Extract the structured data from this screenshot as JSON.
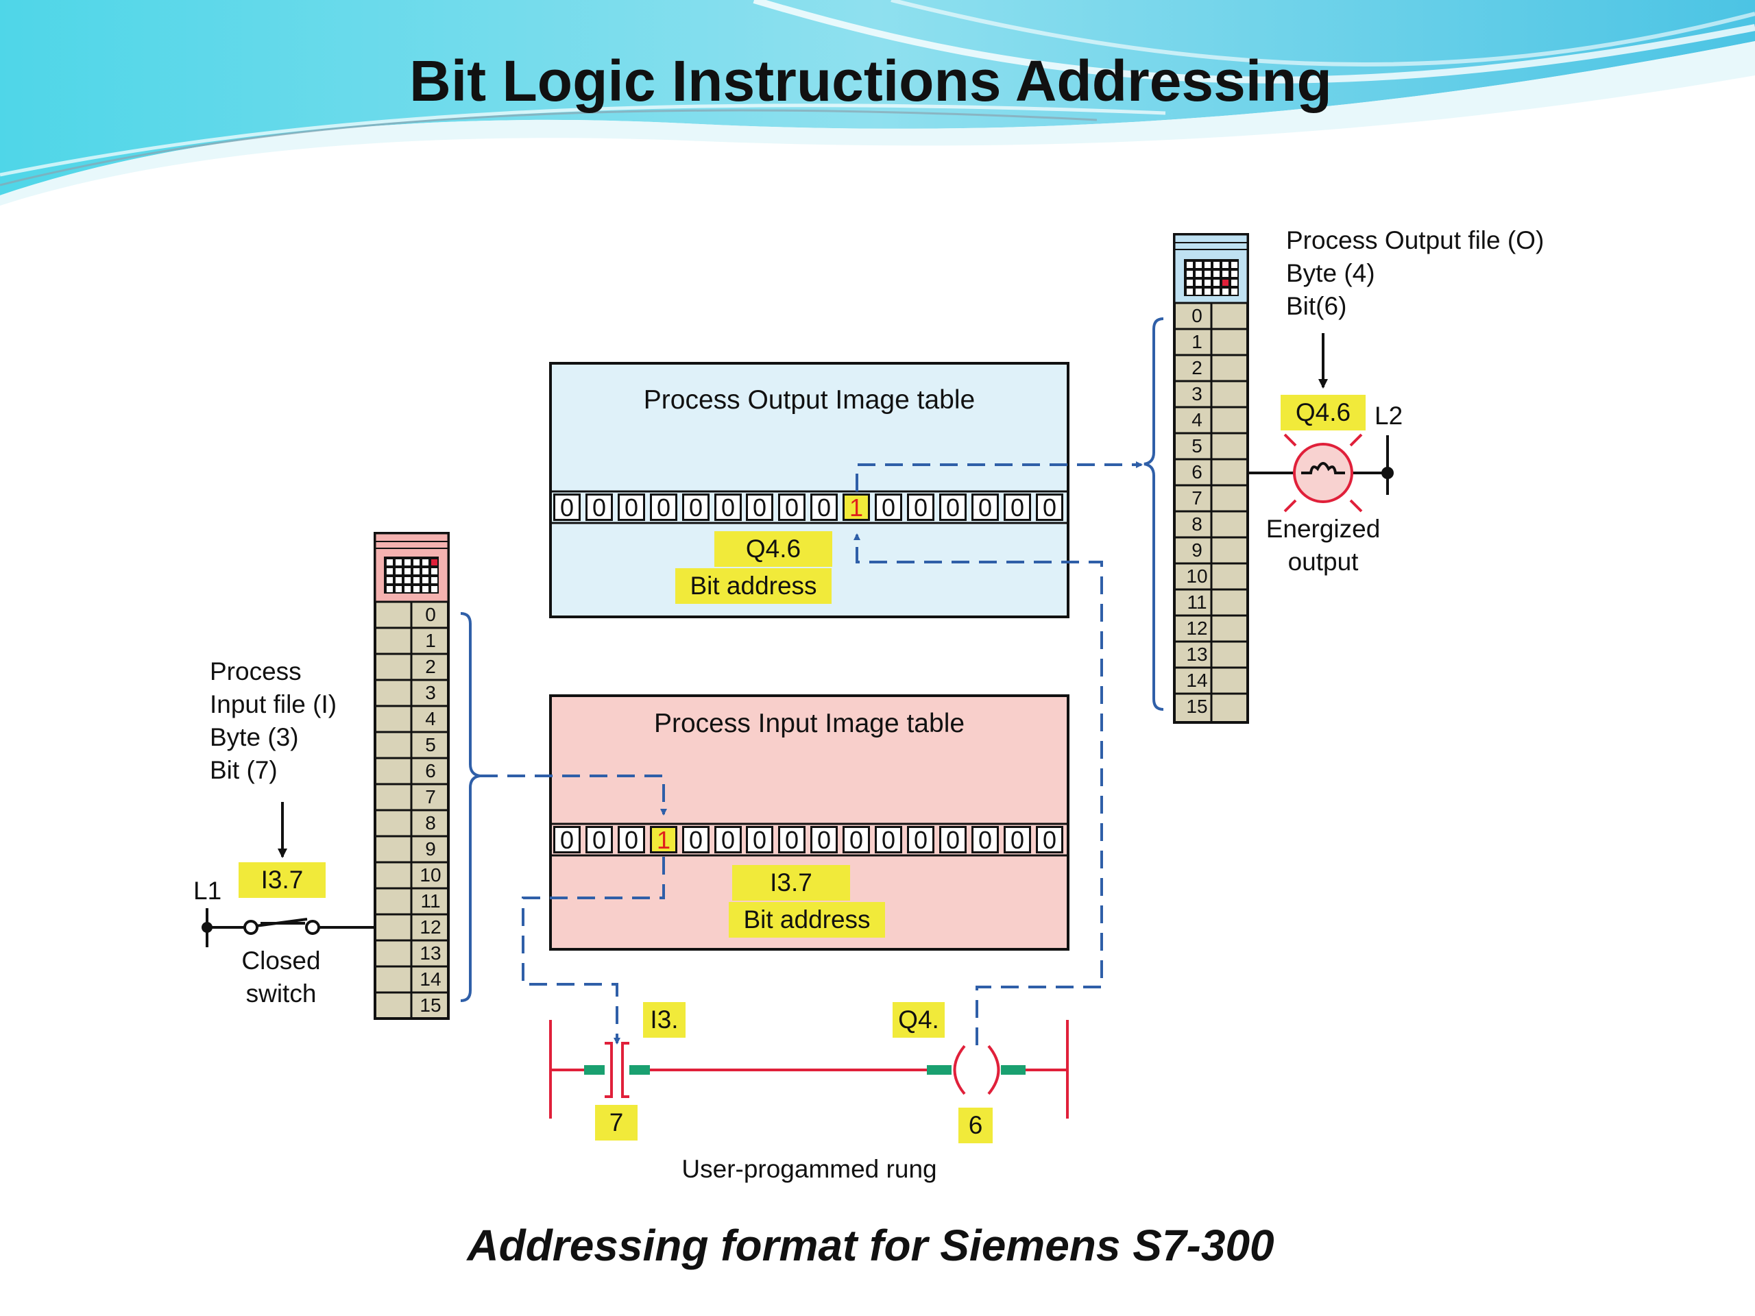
{
  "slide": {
    "title": "Bit Logic Instructions Addressing",
    "caption": "Addressing format for Siemens S7-300"
  },
  "output_table": {
    "title": "Process Output Image table",
    "bits": [
      "0",
      "0",
      "0",
      "0",
      "0",
      "0",
      "0",
      "0",
      "0",
      "1",
      "0",
      "0",
      "0",
      "0",
      "0",
      "0"
    ],
    "highlight_index": 9,
    "address": "Q4.6",
    "address_label": "Bit address"
  },
  "input_table": {
    "title": "Process Input Image table",
    "bits": [
      "0",
      "0",
      "0",
      "1",
      "0",
      "0",
      "0",
      "0",
      "0",
      "0",
      "0",
      "0",
      "0",
      "0",
      "0",
      "0"
    ],
    "highlight_index": 3,
    "address": "I3.7",
    "address_label": "Bit address"
  },
  "output_module": {
    "caption_line1": "Process Output file (O)",
    "caption_line2": "Byte (4)",
    "caption_line3": "Bit(6)",
    "terminals": [
      "0",
      "1",
      "2",
      "3",
      "4",
      "5",
      "6",
      "7",
      "8",
      "9",
      "10",
      "11",
      "12",
      "13",
      "14",
      "15"
    ],
    "address_tag": "Q4.6",
    "rail_label": "L2",
    "device_label_line1": "Energized",
    "device_label_line2": "output"
  },
  "input_module": {
    "caption_line1": "Process",
    "caption_line2": "Input file (I)",
    "caption_line3": "Byte (3)",
    "caption_line4": "Bit (7)",
    "terminals": [
      "0",
      "1",
      "2",
      "3",
      "4",
      "5",
      "6",
      "7",
      "8",
      "9",
      "10",
      "11",
      "12",
      "13",
      "14",
      "15"
    ],
    "address_tag": "I3.7",
    "rail_label": "L1",
    "device_label_line1": "Closed",
    "device_label_line2": "switch"
  },
  "rung": {
    "contact_tag": "I3.",
    "contact_bit": "7",
    "coil_tag": "Q4.",
    "coil_bit": "6",
    "caption": "User-progammed rung"
  },
  "colors": {
    "output_table_fill": "#dff1f9",
    "input_table_fill": "#f8cfcb",
    "highlight_yellow": "#f1ea3a",
    "dashed_link": "#2f5fa8",
    "rung_red": "#e0203a",
    "rung_green": "#1aa070",
    "module_body": "#d9d3b8"
  }
}
